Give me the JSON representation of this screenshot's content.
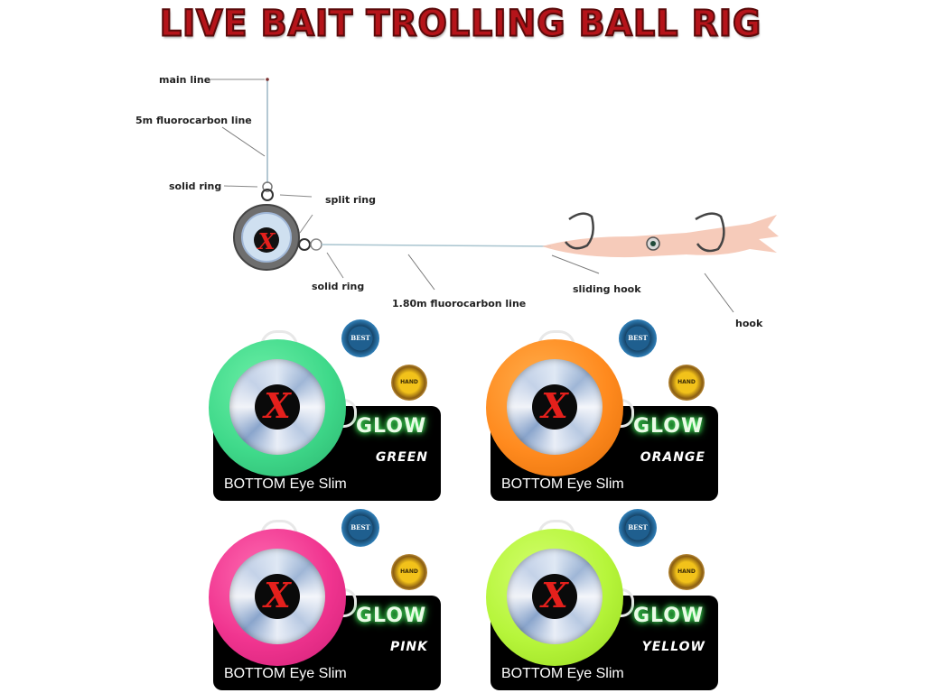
{
  "title": "LIVE BAIT TROLLING BALL RIG",
  "diagram": {
    "labels": {
      "main_line": "main line",
      "fluoro_5m": "5m fluorocarbon line",
      "solid_ring_top": "solid ring",
      "split_ring": "split ring",
      "solid_ring_bottom": "solid ring",
      "fluoro_180": "1.80m fluorocarbon line",
      "sliding_hook": "sliding hook",
      "hook": "hook"
    },
    "ball_mark": "X"
  },
  "products": [
    {
      "name": "BOTTOM Eye Slim",
      "glow": "GLOW",
      "color": "GREEN",
      "ball_color": "#3fd98a",
      "mark": "X",
      "badge_quality": "BEST",
      "badge_hand": "HAND"
    },
    {
      "name": "BOTTOM Eye Slim",
      "glow": "GLOW",
      "color": "ORANGE",
      "ball_color": "#ff8a1e",
      "mark": "X",
      "badge_quality": "BEST",
      "badge_hand": "HAND"
    },
    {
      "name": "BOTTOM Eye Slim",
      "glow": "GLOW",
      "color": "PINK",
      "ball_color": "#f0348f",
      "mark": "X",
      "badge_quality": "BEST",
      "badge_hand": "HAND"
    },
    {
      "name": "BOTTOM Eye Slim",
      "glow": "GLOW",
      "color": "YELLOW",
      "ball_color": "#b6f53a",
      "mark": "X",
      "badge_quality": "BEST",
      "badge_hand": "HAND"
    }
  ]
}
